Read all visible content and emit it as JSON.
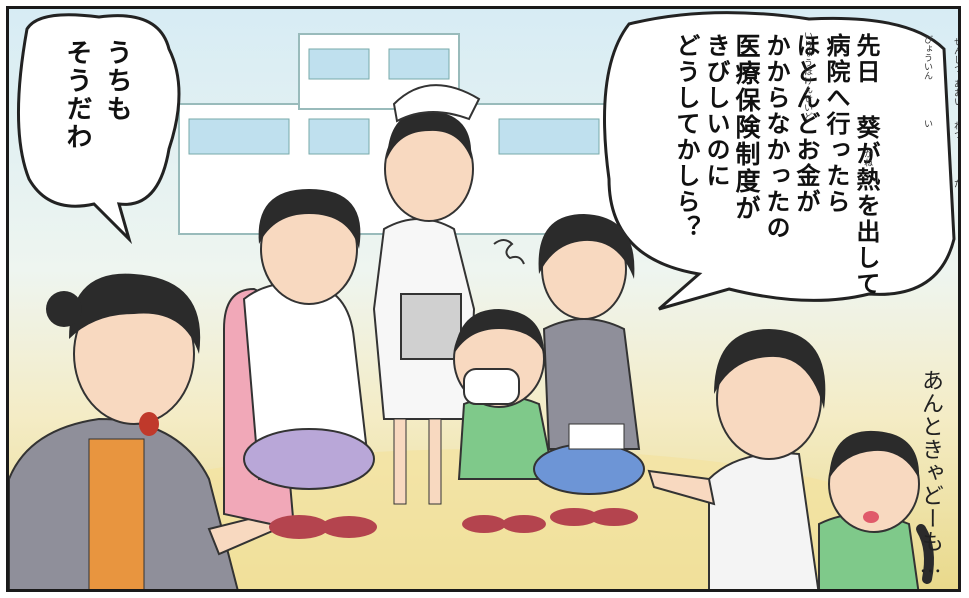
{
  "bubbles": {
    "left": {
      "lines": [
        "うちも",
        "そうだわ"
      ]
    },
    "right": {
      "lines": [
        "先日 葵が熱を出して",
        "病院へ行ったら",
        "ほとんどお金が",
        "かからなかったの",
        "医療保険制度が",
        "きびしいのに",
        "どうしてかしら？"
      ],
      "furigana": [
        "せんじつ",
        "あおい",
        "ねつ",
        "だ",
        "びょういん",
        "い",
        "かね",
        "いりょうほけんせいど"
      ]
    }
  },
  "sound_effect": "あんときゃどーも…",
  "colors": {
    "sky": "#d7ecf4",
    "ground": "#e9d98b",
    "nurse_uniform": "#f7f7f7",
    "girl_dress": "#7fc98a",
    "doctor_skirt": "#b9a7d8",
    "mother_jacket": "#8f8f9a",
    "chair_pink": "#e9a7b8"
  }
}
